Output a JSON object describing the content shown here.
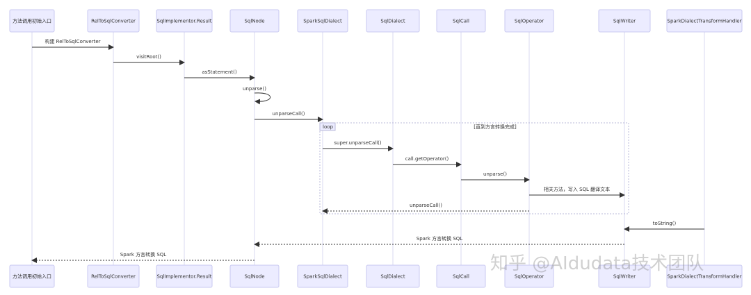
{
  "participants": [
    "方法调用初始入口",
    "RelToSqlConverter",
    "SqlImplementor.Result",
    "SqlNode",
    "SparkSqlDialect",
    "SqlDialect",
    "SqlCall",
    "SqlOperator",
    "SqlWriter",
    "SparkDialectTransformHandler"
  ],
  "messages": [
    {
      "from": 0,
      "to": 1,
      "label": "构建 RelToSqlConverter",
      "style": "solid"
    },
    {
      "from": 1,
      "to": 2,
      "label": "visitRoot()",
      "style": "solid"
    },
    {
      "from": 2,
      "to": 3,
      "label": "asStatement()",
      "style": "solid"
    },
    {
      "from": 3,
      "to": 3,
      "label": "unparse()",
      "style": "solid"
    },
    {
      "from": 3,
      "to": 4,
      "label": "unparseCall()",
      "style": "solid"
    },
    {
      "from": 4,
      "to": 5,
      "label": "super.unparseCall()",
      "style": "solid"
    },
    {
      "from": 5,
      "to": 6,
      "label": "call.getOperator()",
      "style": "solid"
    },
    {
      "from": 6,
      "to": 7,
      "label": "unparse()",
      "style": "solid"
    },
    {
      "from": 7,
      "to": 8,
      "label": "相关方法，写入 SQL 翻译文本",
      "style": "solid"
    },
    {
      "from": 7,
      "to": 4,
      "label": "unparseCall()",
      "style": "dotted"
    },
    {
      "from": 9,
      "to": 8,
      "label": "toString()",
      "style": "solid"
    },
    {
      "from": 8,
      "to": 3,
      "label": "Spark 方言转换 SQL",
      "style": "dotted"
    },
    {
      "from": 3,
      "to": 0,
      "label": "Spark 方言转换 SQL",
      "style": "dotted"
    }
  ],
  "loop": {
    "keyword": "loop",
    "condition": "[直到方言转换完成]",
    "first_message": 5,
    "last_message": 9
  },
  "watermark": "知乎 @AIdudata技术团队"
}
